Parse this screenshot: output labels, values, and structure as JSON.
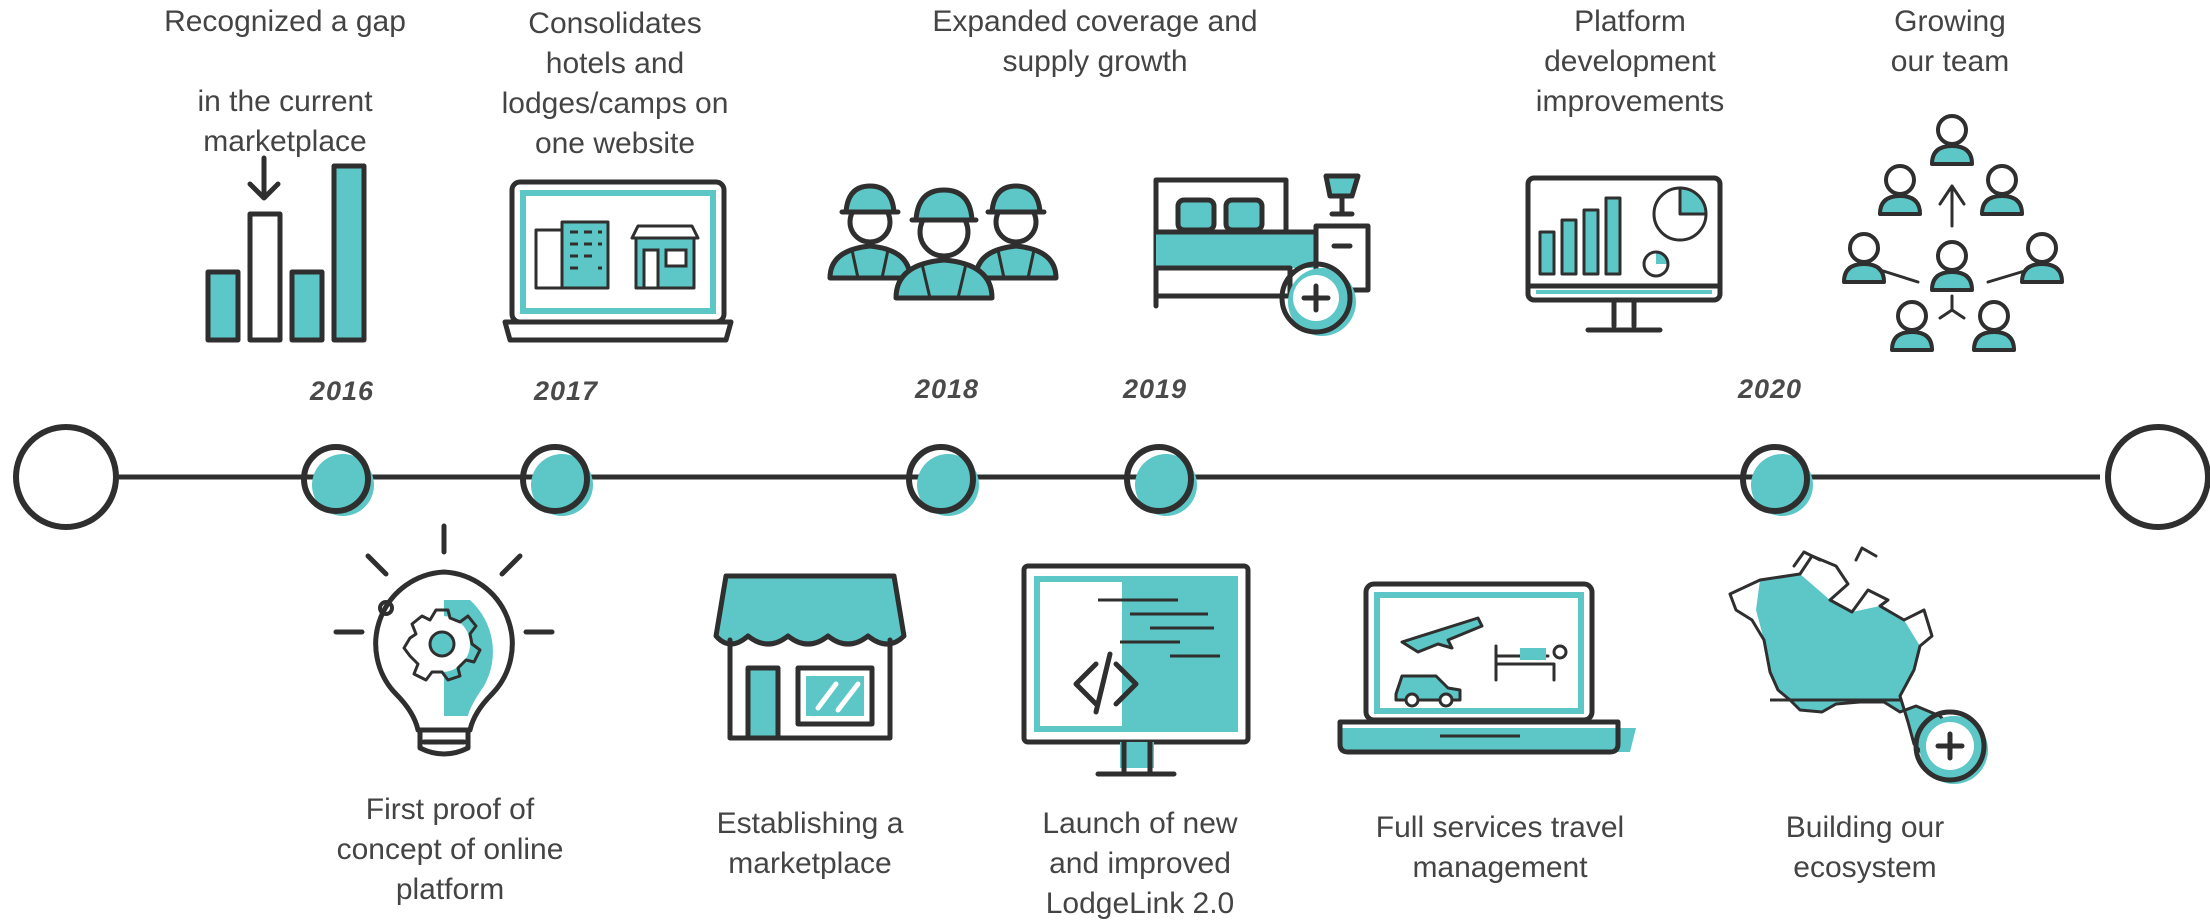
{
  "colors": {
    "teal": "#5cc7c6",
    "stroke": "#2f2f2f",
    "background": "#ffffff"
  },
  "milestones": [
    {
      "year": "2016",
      "top": [
        "Recognized a gap",
        "",
        "in the current",
        "marketplace"
      ],
      "bottom": [
        "First proof of",
        "concept of online",
        "platform"
      ],
      "top_icon": "bar-chart-gap-icon",
      "bottom_icon": "lightbulb-gear-icon"
    },
    {
      "year": "2017",
      "top": [
        "Consolidates",
        "hotels and",
        "lodges/camps on",
        "one website"
      ],
      "bottom": [
        "Establishing a",
        "marketplace"
      ],
      "top_icon": "laptop-buildings-icon",
      "bottom_icon": "storefront-icon"
    },
    {
      "year": "2018",
      "top": [
        "Expanded coverage and",
        "supply growth"
      ],
      "bottom": [
        "Launch of new",
        "and improved",
        "LodgeLink 2.0"
      ],
      "top_icon": "workers-icon",
      "bottom_icon": "code-monitor-icon"
    },
    {
      "year": "2019",
      "top": [],
      "bottom": [
        "Full services travel",
        "management"
      ],
      "top_icon": "bed-plus-icon",
      "bottom_icon": "laptop-travel-icon"
    },
    {
      "year": "2020",
      "top": [
        "Platform",
        "development",
        "improvements"
      ],
      "bottom": [
        "Building our",
        "ecosystem"
      ],
      "top_icon": "analytics-monitor-icon",
      "bottom_icon": "north-america-map-plus-icon"
    },
    {
      "year": "",
      "top": [
        "Growing",
        "our team"
      ],
      "bottom": [],
      "top_icon": "team-network-icon",
      "bottom_icon": ""
    }
  ]
}
